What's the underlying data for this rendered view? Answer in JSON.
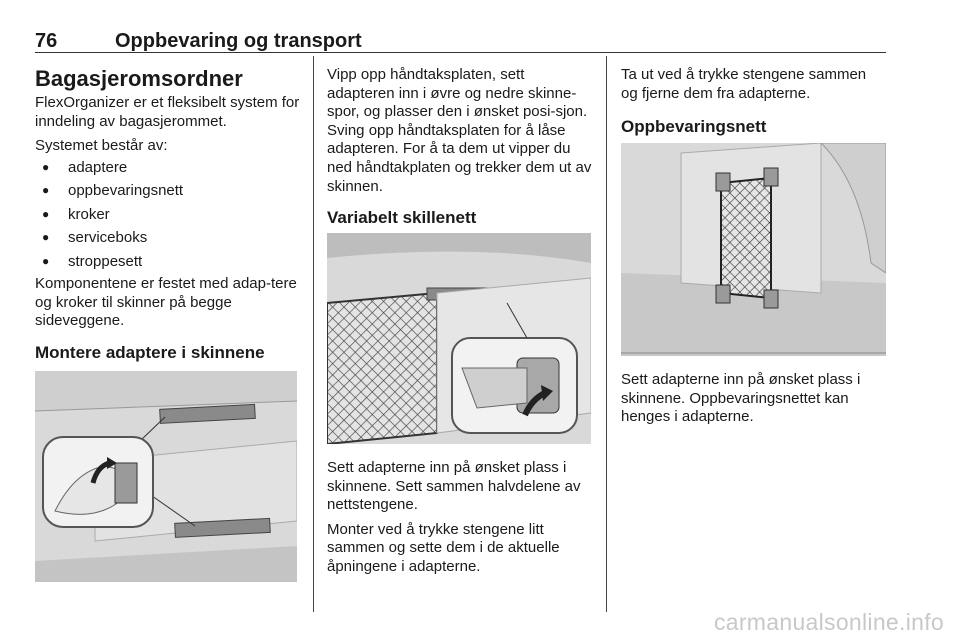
{
  "header": {
    "page_number": "76",
    "title": "Oppbevaring og transport"
  },
  "column1": {
    "heading": "Bagasjeromsordner",
    "intro": "FlexOrganizer er et fleksibelt system for inndeling av bagasjerommet.",
    "list_intro": "Systemet består av:",
    "items": [
      "adaptere",
      "oppbevaringsnett",
      "kroker",
      "serviceboks",
      "stroppesett"
    ],
    "after_list": "Komponentene er festet med adap-tere og kroker til skinner på begge sideveggene.",
    "subheading": "Montere adaptere i skinnene"
  },
  "column2": {
    "para1": "Vipp opp håndtaksplaten, sett adapteren inn i øvre og nedre skinne-spor, og plasser den i ønsket posi-sjon. Sving opp håndtaksplaten for å låse adapteren. For å ta dem ut vipper du ned håndtakplaten og trekker dem ut av skinnen.",
    "subheading": "Variabelt skillenett",
    "para2": "Sett adapterne inn på ønsket plass i skinnene. Sett sammen halvdelene av nettstengene.",
    "para3": "Monter ved å trykke stengene litt sammen og sette dem i de aktuelle åpningene i adapterne."
  },
  "column3": {
    "para1": "Ta ut ved å trykke stengene sammen og fjerne dem fra adapterne.",
    "subheading": "Oppbevaringsnett",
    "para2": "Sett adapterne inn på ønsket plass i skinnene. Oppbevaringsnettet kan henges i adapterne."
  },
  "watermark": "carmanualsonline.info",
  "colors": {
    "text": "#1a1a1a",
    "illustration_bg": "#d9d9d9",
    "illustration_line": "#555555",
    "watermark": "#c8c8c8"
  }
}
